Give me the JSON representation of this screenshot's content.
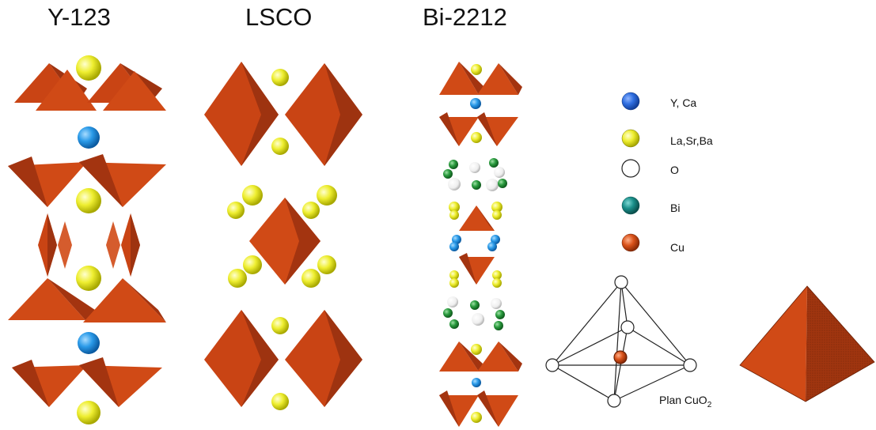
{
  "titles": {
    "y123": "Y-123",
    "lsco": "LSCO",
    "bi2212": "Bi-2212"
  },
  "legend": [
    {
      "label": "Y, Ca",
      "color": "#2f6ee0"
    },
    {
      "label": "La,Sr,Ba",
      "color": "#e4e62a"
    },
    {
      "label": "O",
      "color": "#ffffff"
    },
    {
      "label": "Bi",
      "color": "#1a8f8a"
    },
    {
      "label": "Cu",
      "color": "#d9521a"
    }
  ],
  "plan": {
    "label": "Plan CuO",
    "subscript": "2"
  },
  "colors": {
    "polyhedron": "#d04a16",
    "polyhedron_dark": "#a33410",
    "la_sr_ba": "#eded3a",
    "y_ca": "#2a9ae8",
    "bi": "#2a9b3e",
    "oxygen": "#f4f4f4"
  }
}
